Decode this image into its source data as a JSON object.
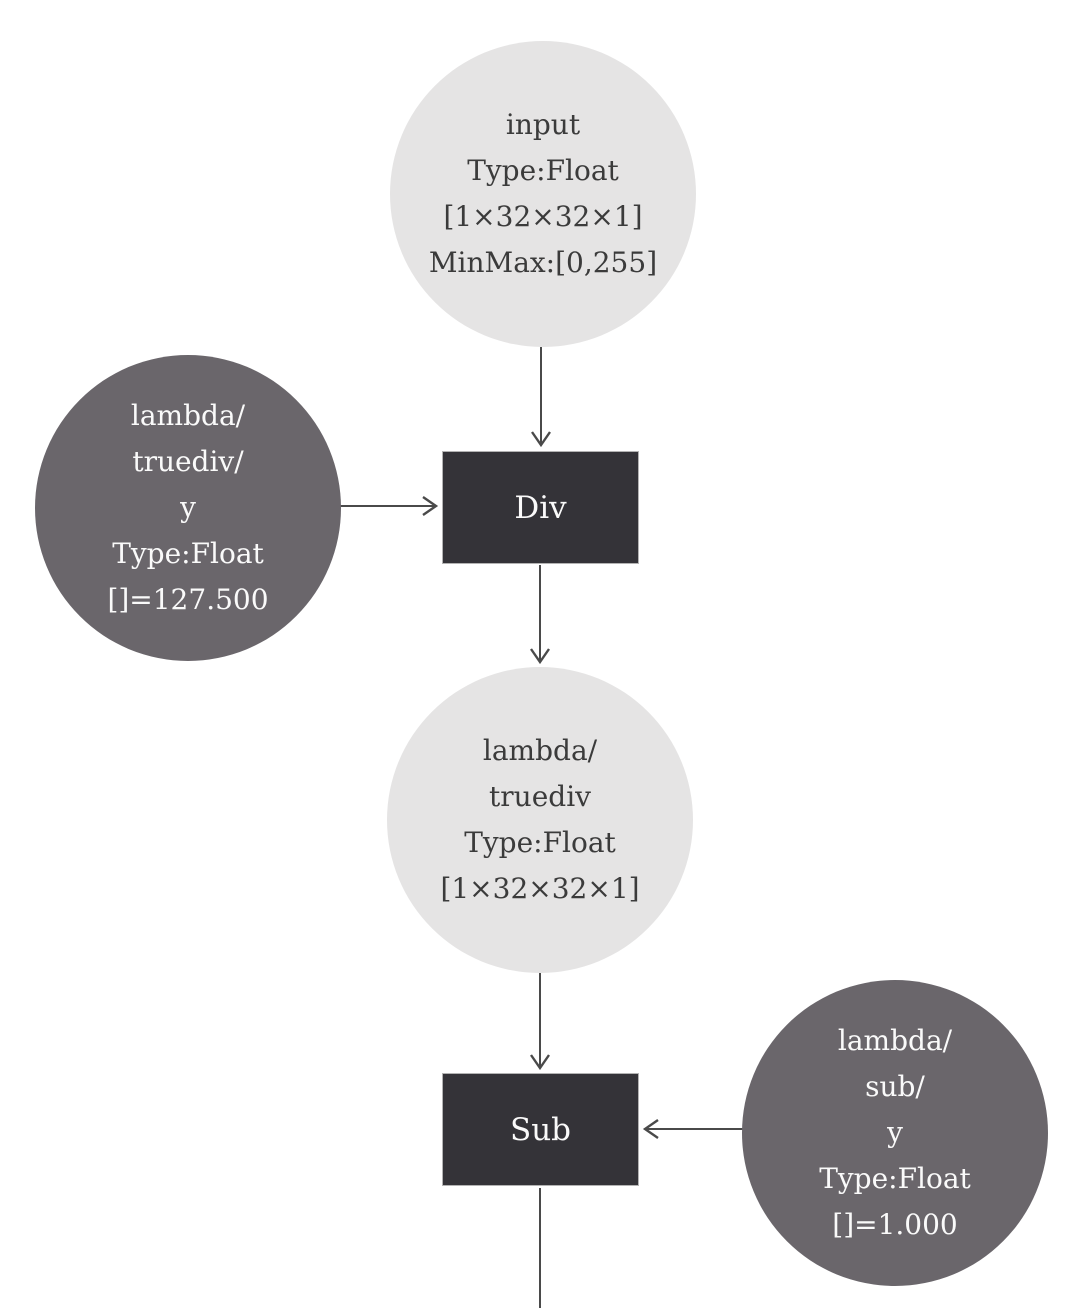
{
  "diagram": {
    "type": "model-graph",
    "nodes": {
      "input": {
        "kind": "tensor",
        "lines": [
          "input",
          "Type:Float",
          "[1×32×32×1]",
          "MinMax:[0,255]"
        ]
      },
      "truediv_y": {
        "kind": "constant",
        "lines": [
          "lambda/",
          "truediv/",
          "y",
          "Type:Float",
          "[]=127.500"
        ]
      },
      "div_op": {
        "kind": "operator",
        "label": "Div"
      },
      "truediv_out": {
        "kind": "tensor",
        "lines": [
          "lambda/",
          "truediv",
          "Type:Float",
          "[1×32×32×1]"
        ]
      },
      "sub_y": {
        "kind": "constant",
        "lines": [
          "lambda/",
          "sub/",
          "y",
          "Type:Float",
          "[]=1.000"
        ]
      },
      "sub_op": {
        "kind": "operator",
        "label": "Sub"
      }
    },
    "edges": [
      {
        "from": "input",
        "to": "div_op"
      },
      {
        "from": "truediv_y",
        "to": "div_op"
      },
      {
        "from": "div_op",
        "to": "truediv_out"
      },
      {
        "from": "truediv_out",
        "to": "sub_op"
      },
      {
        "from": "sub_y",
        "to": "sub_op"
      },
      {
        "from": "sub_op",
        "to": "below-viewport"
      }
    ],
    "colors": {
      "light_node": "#e5e4e4",
      "dark_node": "#6a666b",
      "op_node": "#343338",
      "op_border": "#b3b3b3",
      "arrow": "#4a4a4a",
      "text_dark": "#3b3b3b",
      "text_light": "#fafafa",
      "background": "#ffffff"
    }
  }
}
